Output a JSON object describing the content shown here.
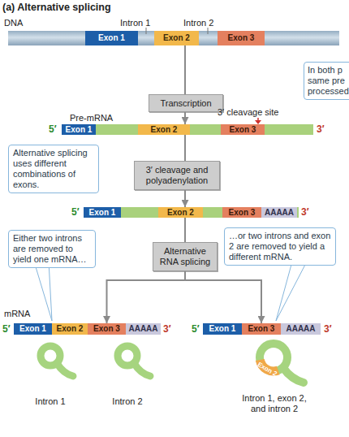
{
  "diagram": {
    "title": "(a) Alternative splicing",
    "nodes": [
      {
        "text": [
          "Exon 1"
        ]
      },
      {
        "text": [
          "Exon 2"
        ]
      },
      {
        "text": [
          "Exon 3"
        ]
      },
      {
        "text": [
          "In both p same pre processed"
        ]
      },
      {
        "text": [
          "Transcription"
        ]
      },
      {
        "text": [
          "Exon 1"
        ]
      },
      {
        "text": [
          "Exon 2"
        ]
      },
      {
        "text": [
          "Exon 3"
        ]
      },
      {
        "text": [
          "Alternative splicing uses different combinations of exons."
        ]
      },
      {
        "text": [
          "3′ cleavage and polyadenylation"
        ]
      },
      {
        "text": [
          "Exon 1"
        ]
      },
      {
        "text": [
          "Exon 2"
        ]
      },
      {
        "text": [
          "Exon 3"
        ]
      },
      {
        "text": [
          "AAAAA"
        ]
      },
      {
        "text": [
          "Either two introns are removed to yield one mRNA…"
        ]
      },
      {
        "text": [
          "…or two introns and exon 2 are removed to yield a different mRNA."
        ]
      },
      {
        "text": [
          "Alternative RNA splicing"
        ]
      },
      {
        "text": [
          "Exon 1"
        ]
      },
      {
        "text": [
          "Exon 2"
        ]
      },
      {
        "text": [
          "Exon 3"
        ]
      },
      {
        "text": [
          "AAAAA"
        ]
      },
      {
        "text": [
          "Exon 1"
        ]
      },
      {
        "text": [
          "Exon 3"
        ]
      },
      {
        "text": [
          "AAAAA"
        ]
      }
    ],
    "edges": [
      {
        "from": 1,
        "to": 4,
        "arrow": "none"
      },
      {
        "from": 4,
        "to": 6,
        "arrow": "to"
      },
      {
        "from": 6,
        "to": 9,
        "arrow": "none"
      },
      {
        "from": 9,
        "to": 11,
        "arrow": "to"
      },
      {
        "from": 11,
        "to": 16,
        "arrow": "none"
      },
      {
        "from": 16,
        "to": 19,
        "arrow": "to"
      },
      {
        "from": 16,
        "to": 22,
        "arrow": "to"
      }
    ],
    "labels": [
      "DNA",
      "Intron 1",
      "Intron 2",
      "Pre-mRNA",
      "3′ cleavage site",
      "5′",
      "3′",
      "5′",
      "3′",
      "mRNA",
      "5′",
      "3′",
      "5′",
      "3′",
      "Exon 2",
      "Intron 1",
      "Intron 2",
      "Intron 1, exon 2, and intron 2"
    ]
  }
}
